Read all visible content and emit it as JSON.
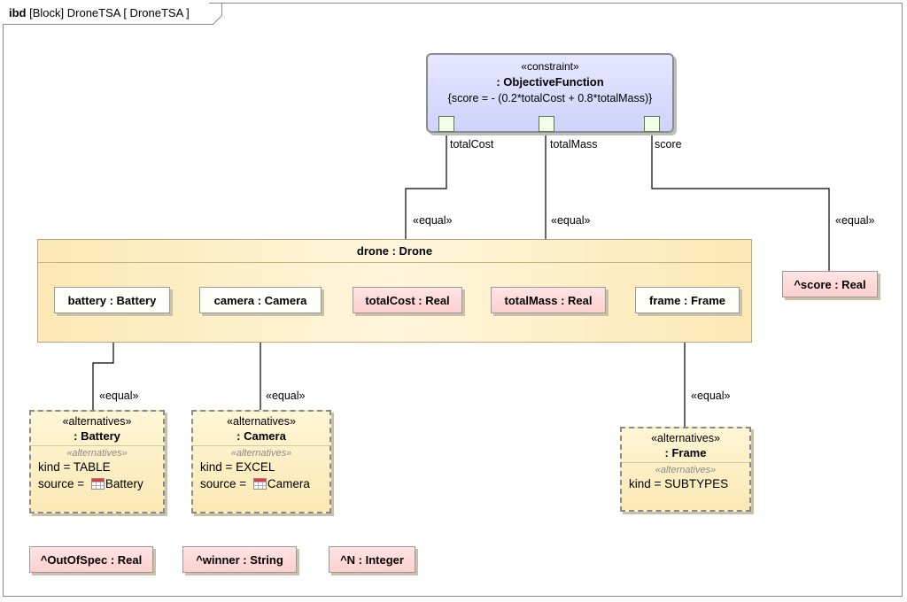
{
  "diagram": {
    "kind": "ibd",
    "title_rest": "[Block] DroneTSA [ DroneTSA ]"
  },
  "constraint": {
    "stereotype": "«constraint»",
    "name": ": ObjectiveFunction",
    "expression": "{score = - (0.2*totalCost + 0.8*totalMass)}",
    "ports": [
      "totalCost",
      "totalMass",
      "score"
    ]
  },
  "drone": {
    "name": "drone : Drone",
    "parts": [
      "battery : Battery",
      "camera : Camera",
      "totalCost : Real",
      "totalMass : Real",
      "frame : Frame"
    ]
  },
  "score_part": "^score : Real",
  "connector_label": "«equal»",
  "alternatives": [
    {
      "stereotype": "«alternatives»",
      "name": ": Battery",
      "compartment": "«alternatives»",
      "kind": "kind = TABLE",
      "source_prefix": "source = ",
      "source_value": "Battery"
    },
    {
      "stereotype": "«alternatives»",
      "name": ": Camera",
      "compartment": "«alternatives»",
      "kind": "kind = EXCEL",
      "source_prefix": "source = ",
      "source_value": "Camera"
    },
    {
      "stereotype": "«alternatives»",
      "name": ": Frame",
      "compartment": "«alternatives»",
      "kind": "kind = SUBTYPES"
    }
  ],
  "bottom_parts": [
    "^OutOfSpec : Real",
    "^winner : String",
    "^N : Integer"
  ],
  "icons": {
    "table_icon": "table-icon"
  }
}
